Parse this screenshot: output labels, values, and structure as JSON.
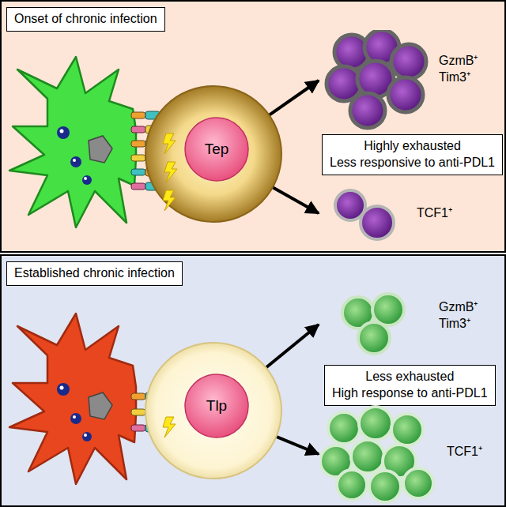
{
  "diagram": {
    "nodes": [
      {
        "text": [
          "Onset of chronic infection"
        ]
      },
      {
        "text": [
          "Tep"
        ]
      },
      {
        "text": [
          "GzmB⁺ Tim3⁺"
        ]
      },
      {
        "text": [
          "Highly exhausted Less responsive to anti-PDL1"
        ]
      },
      {
        "text": [
          "TCF1⁺"
        ]
      },
      {
        "text": [
          "Established chronic infection"
        ]
      },
      {
        "text": [
          "Tlp"
        ]
      },
      {
        "text": [
          "GzmB⁺ Tim3⁺"
        ]
      },
      {
        "text": [
          "Less exhausted High response to anti-PDL1"
        ]
      },
      {
        "text": [
          "TCF1⁺"
        ]
      }
    ],
    "edges": [
      {
        "from": 1,
        "to": 2,
        "arrow": "to"
      },
      {
        "from": 1,
        "to": 4,
        "arrow": "to"
      },
      {
        "from": 6,
        "to": 7,
        "arrow": "to"
      },
      {
        "from": 6,
        "to": 9,
        "arrow": "to"
      }
    ]
  }
}
